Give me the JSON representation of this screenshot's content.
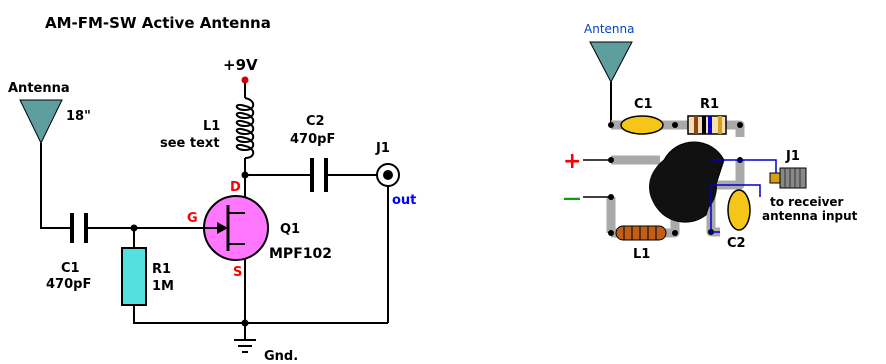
{
  "schematic": {
    "title": "AM-FM-SW Active Antenna",
    "antenna": {
      "label": "Antenna",
      "length": "18\""
    },
    "supply": "+9V",
    "ground": "Gnd.",
    "l1": {
      "name": "L1",
      "note": "see text"
    },
    "c1": {
      "name": "C1",
      "value": "470pF"
    },
    "c2": {
      "name": "C2",
      "value": "470pF"
    },
    "r1": {
      "name": "R1",
      "value": "1M"
    },
    "q1": {
      "name": "Q1",
      "part": "MPF102",
      "gate": "G",
      "drain": "D",
      "source": "S"
    },
    "j1": {
      "name": "J1",
      "out": "out"
    },
    "colors": {
      "transistor": "#ff77ff",
      "resistor": "#55e0e0",
      "antenna": "#5f9e9e",
      "pin_labels": "#ff0000",
      "out": "#0000ff",
      "supply_dot": "#cc0000"
    }
  },
  "layout": {
    "antenna_label": "Antenna",
    "c1": "C1",
    "r1": "R1",
    "plus": "+",
    "minus": "—",
    "j1": "J1",
    "l1": "L1",
    "c2": "C2",
    "receiver_line1": "to receiver",
    "receiver_line2": "antenna input",
    "colors": {
      "plus": "#ff0000",
      "minus": "#00aa00",
      "pcb": "#a9a9a9",
      "antenna_label": "#0044cc"
    }
  }
}
